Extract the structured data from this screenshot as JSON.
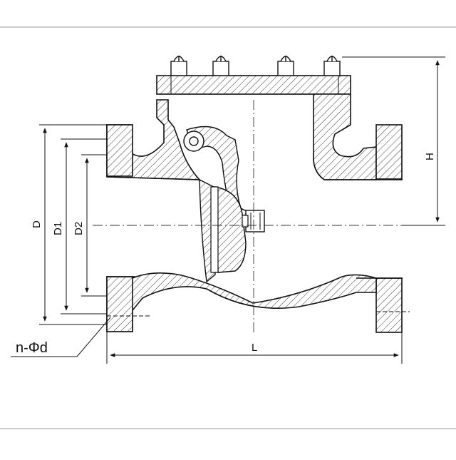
{
  "labels": {
    "D": "D",
    "D1": "D1",
    "D2": "D2",
    "H": "H",
    "L": "L",
    "holes": "n-Φd"
  },
  "colors": {
    "line": "#111111",
    "hatch": "#222222",
    "center": "#333333",
    "background": "#ffffff",
    "frame": "#999999"
  }
}
